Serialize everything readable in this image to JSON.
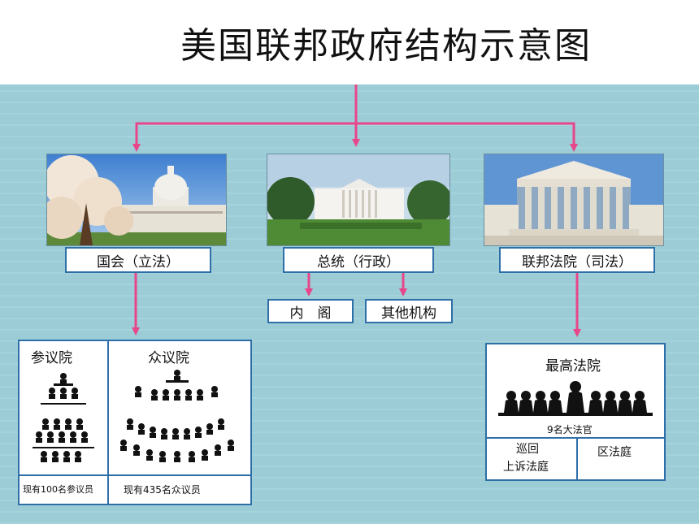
{
  "title": "美国联邦政府结构示意图",
  "branches": {
    "legislative": "国会（立法）",
    "executive": "总统（行政）",
    "judicial": "联邦法院（司法）"
  },
  "executive_sub": {
    "cabinet": "内　阁",
    "other": "其他机构"
  },
  "congress": {
    "senate_title": "参议院",
    "house_title": "众议院",
    "senate_caption": "现有100名参议员",
    "house_caption": "现有435名众议员"
  },
  "courts": {
    "supreme_title": "最高法院",
    "justices_caption": "9名大法官",
    "appeals_line1": "巡回",
    "appeals_line2": "上诉法庭",
    "district": "区法庭"
  },
  "colors": {
    "arrow": "#e8468a",
    "border": "#2e6fa8",
    "panel": "#9fd0da"
  }
}
